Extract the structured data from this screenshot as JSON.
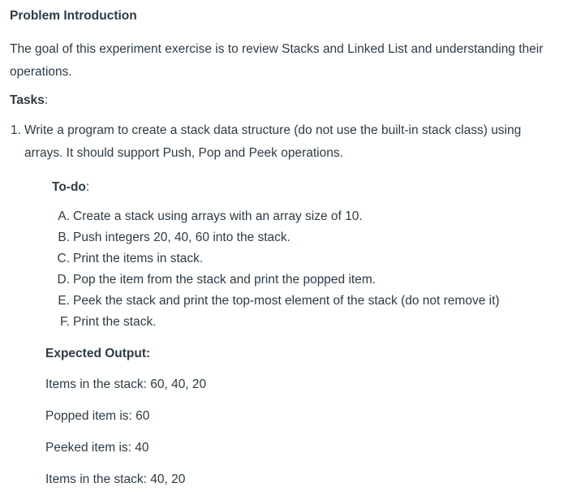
{
  "colors": {
    "text": "#2D3B45",
    "background": "#FFFFFF"
  },
  "page": {
    "heading": "Problem Introduction",
    "intro": "The goal of this experiment exercise is to review Stacks and Linked List and understanding their operations.",
    "tasks_label": "Tasks",
    "tasks_colon": ":",
    "task": {
      "number": "1.",
      "text": "Write a program to create a stack data structure (do not use the built-in stack class) using arrays. It should support Push, Pop and Peek operations.",
      "todo_label": "To-do",
      "todo_colon": ":",
      "todo_items": [
        {
          "marker": "A.",
          "text": "Create a stack using arrays with an array size of 10."
        },
        {
          "marker": "B.",
          "text": "Push integers 20, 40, 60 into the stack."
        },
        {
          "marker": "C.",
          "text": "Print the items in stack."
        },
        {
          "marker": "D.",
          "text": "Pop the item from the stack and print the popped item."
        },
        {
          "marker": "E.",
          "text": "Peek the stack and print the top-most element of the stack (do not remove it)"
        },
        {
          "marker": "F.",
          "text": "Print the stack."
        }
      ],
      "expected_label": "Expected Output:",
      "outputs": [
        "Items in the stack: 60, 40, 20",
        "Popped item is: 60",
        "Peeked item is: 40",
        "Items in the stack: 40, 20"
      ]
    }
  }
}
